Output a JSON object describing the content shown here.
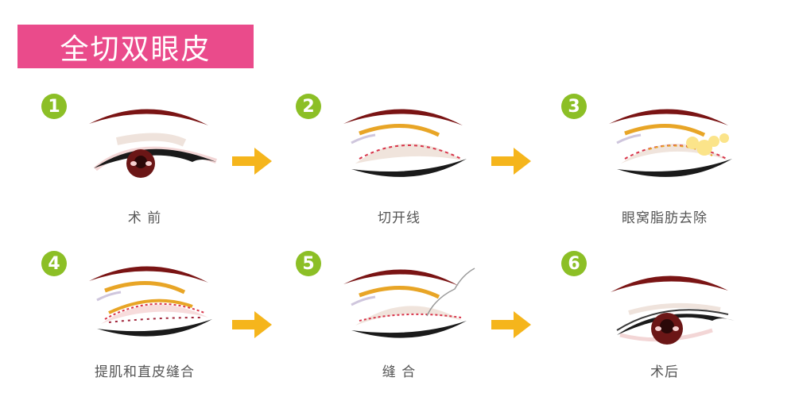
{
  "title": "全切双眼皮",
  "colors": {
    "banner": "#ea4b8b",
    "badge": "#8cbf26",
    "arrow": "#f5b51c",
    "brow": "#7a1414",
    "crease": "#e8a526",
    "incision": "#d8344a",
    "lid": "#f0e4dc"
  },
  "steps": [
    {
      "number": "1",
      "label": "术  前"
    },
    {
      "number": "2",
      "label": "切开线"
    },
    {
      "number": "3",
      "label": "眼窝脂肪去除"
    },
    {
      "number": "4",
      "label": "提肌和直皮缝合"
    },
    {
      "number": "5",
      "label": "缝  合"
    },
    {
      "number": "6",
      "label": "术后"
    }
  ],
  "arrows": [
    "arrow-right",
    "arrow-right",
    "arrow-right",
    "arrow-right"
  ]
}
